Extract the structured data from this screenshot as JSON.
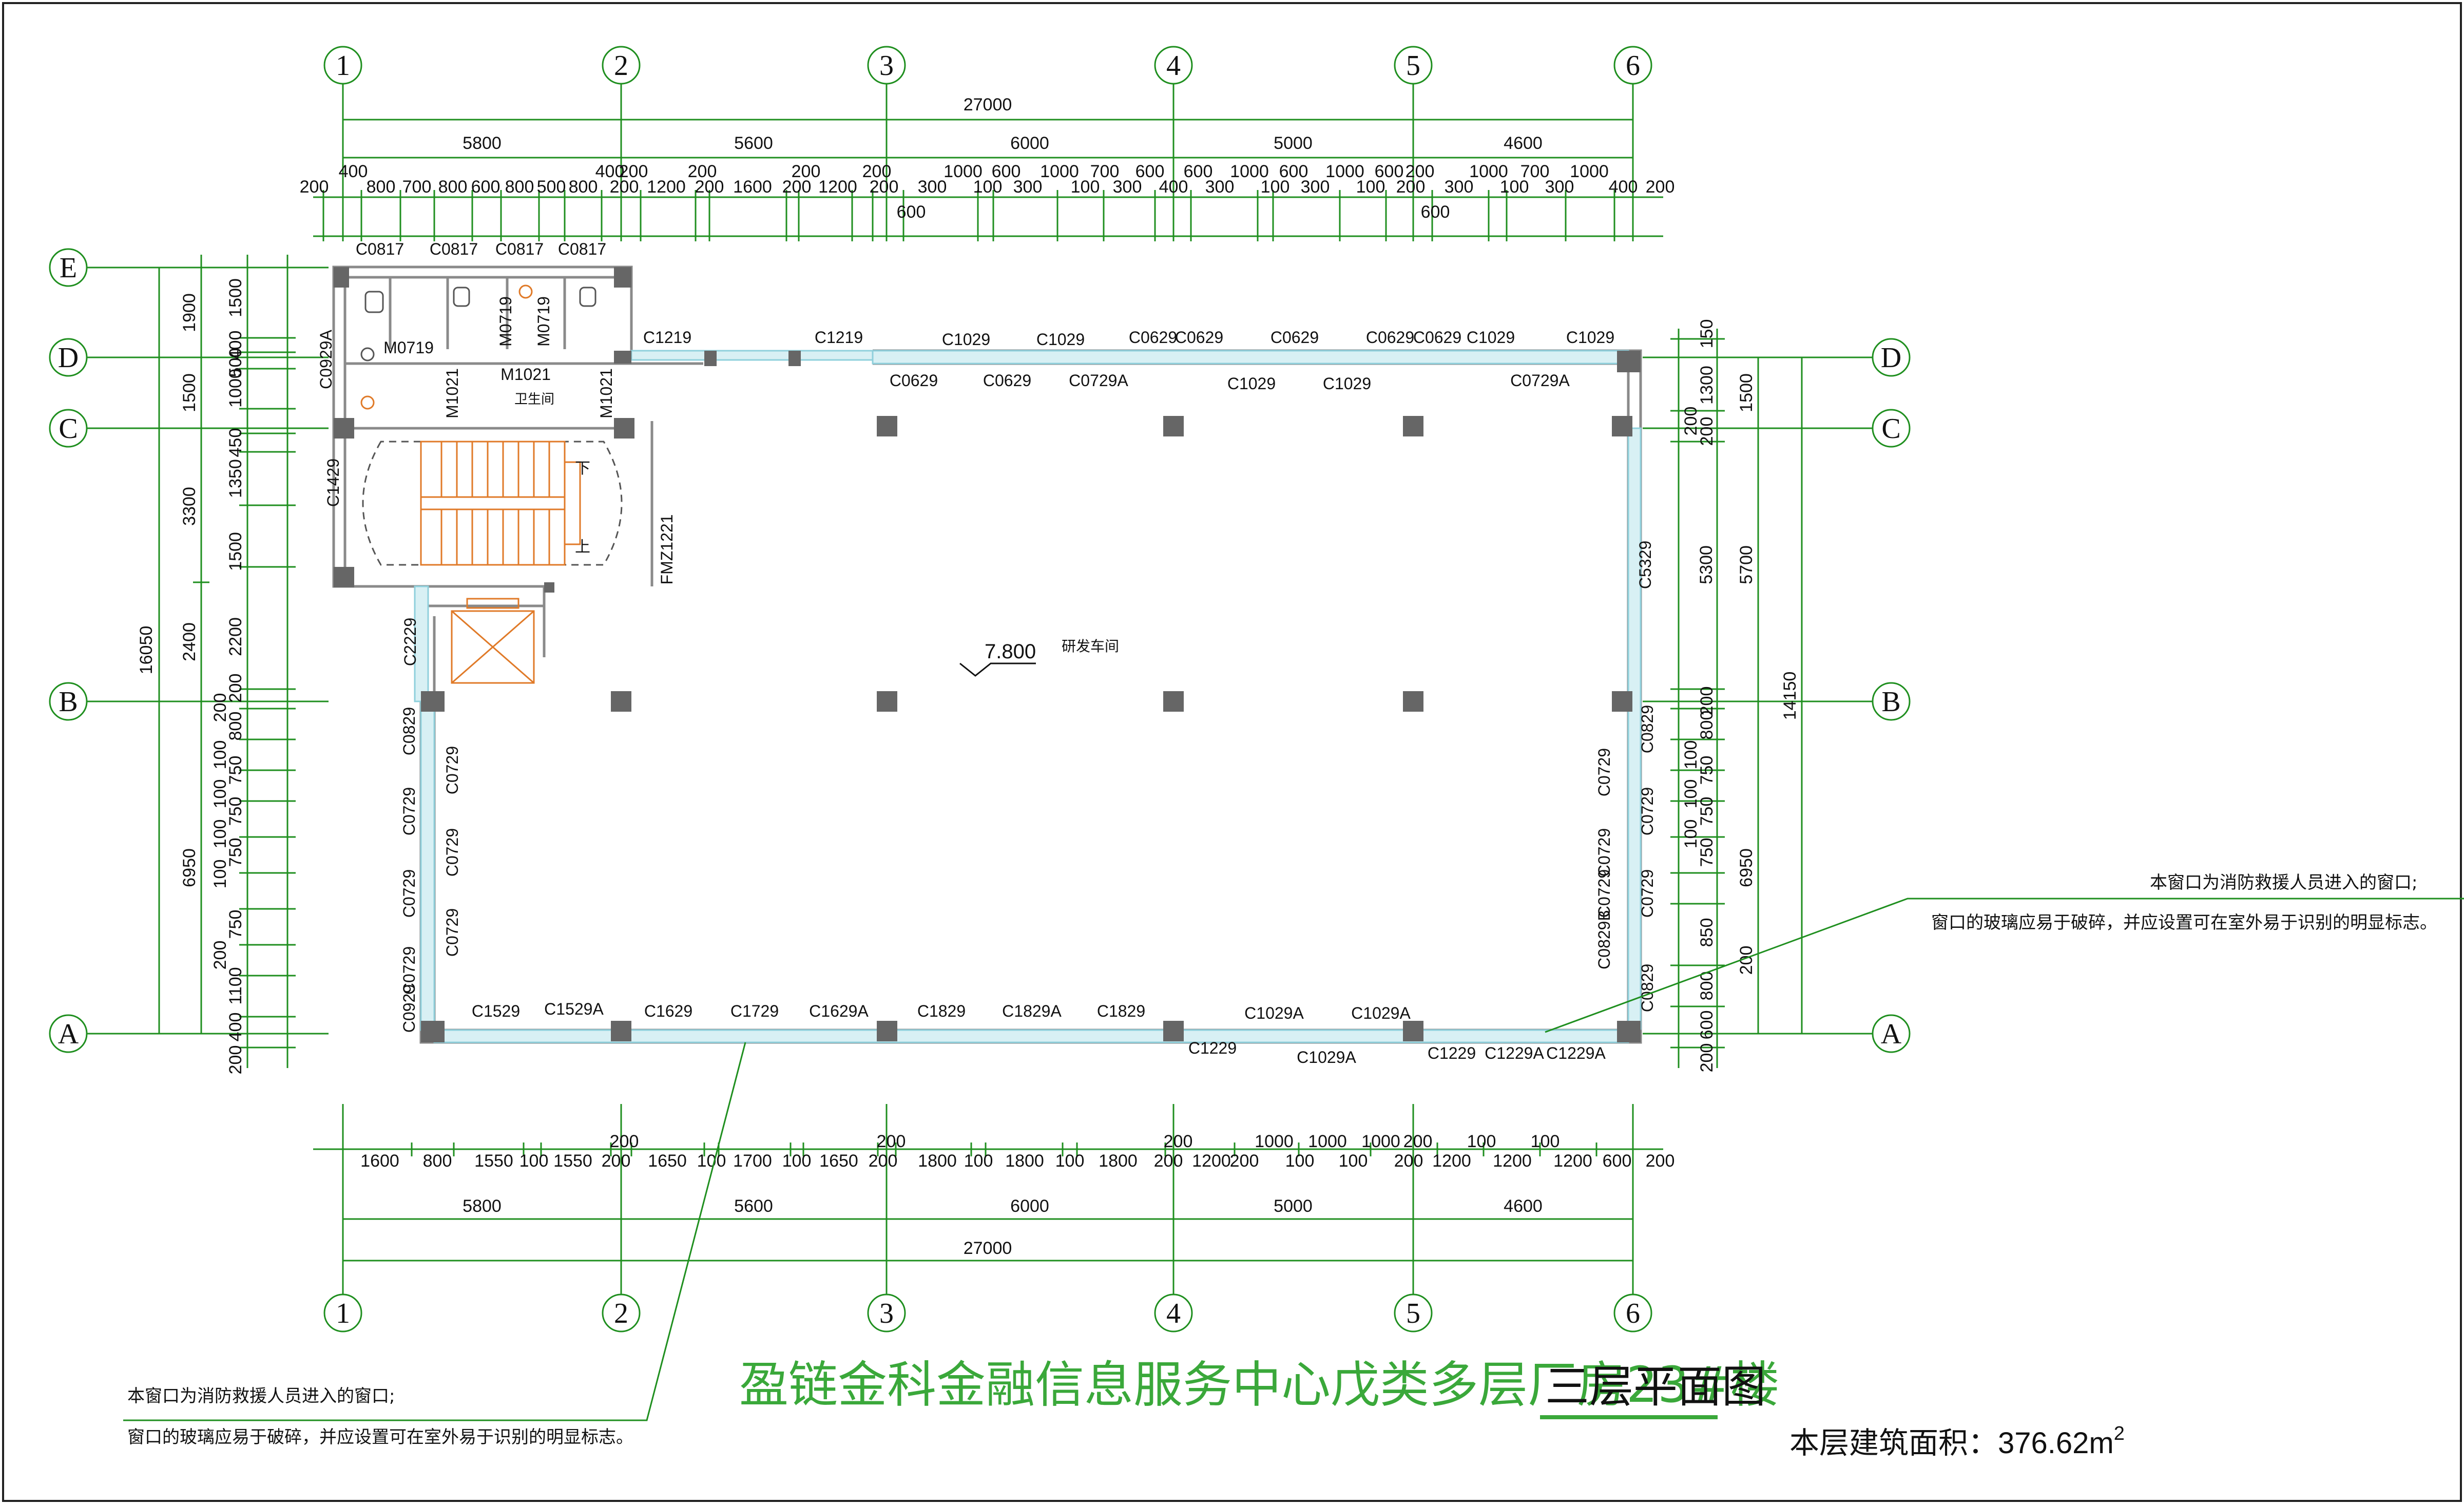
{
  "axes": {
    "numbers": [
      "1",
      "2",
      "3",
      "4",
      "5",
      "6"
    ],
    "letters_left": [
      "E",
      "D",
      "C",
      "B",
      "A"
    ],
    "letters_right": [
      "D",
      "C",
      "B",
      "A"
    ]
  },
  "dims": {
    "total": "27000",
    "spans": [
      "5800",
      "5600",
      "6000",
      "5000",
      "4600"
    ],
    "top_detail_a": [
      "400",
      "400",
      "200",
      "200",
      "200",
      "200",
      "1000",
      "600",
      "1000",
      "700",
      "600",
      "600",
      "1000",
      "600",
      "1000",
      "600",
      "200",
      "1000",
      "700",
      "1000"
    ],
    "top_detail_b": [
      "200",
      "800",
      "700",
      "800",
      "600",
      "800",
      "500",
      "800",
      "200",
      "1200",
      "200",
      "1600",
      "200",
      "1200",
      "200",
      "300",
      "100",
      "300",
      "100",
      "300",
      "400",
      "300",
      "100",
      "300",
      "100",
      "200",
      "300",
      "100",
      "300",
      "400",
      "200"
    ],
    "top_600": [
      "600",
      "600"
    ],
    "bottom_detail_a": [
      "200",
      "200",
      "200",
      "1000",
      "1000",
      "1000",
      "200",
      "100",
      "100"
    ],
    "bottom_detail_b": [
      "1600",
      "800",
      "1550",
      "100",
      "1550",
      "200",
      "1650",
      "100",
      "1700",
      "100",
      "1650",
      "200",
      "1800",
      "100",
      "1800",
      "100",
      "1800",
      "200",
      "1200",
      "200",
      "100",
      "100",
      "200",
      "1200",
      "1200",
      "1200",
      "600",
      "200"
    ],
    "left_total": "16050",
    "left_a": [
      "1900",
      "1500",
      "3300",
      "2400",
      "6950"
    ],
    "left_b": [
      "1500",
      "400",
      "500",
      "1000",
      "450",
      "1350",
      "1500",
      "2200",
      "200",
      "200",
      "800",
      "100",
      "750",
      "100",
      "750",
      "100",
      "750",
      "100",
      "750",
      "200",
      "1100",
      "400",
      "200"
    ],
    "right_total": "14150",
    "right_a": [
      "5300",
      "5700",
      "6950"
    ],
    "right_b": [
      "150",
      "1300",
      "1500",
      "200",
      "200",
      "200",
      "800",
      "100",
      "750",
      "100",
      "750",
      "100",
      "750",
      "850",
      "800",
      "600",
      "200",
      "200"
    ]
  },
  "windows": {
    "top": [
      "C0817",
      "C0817",
      "C0817",
      "C0817",
      "C1219",
      "C1219",
      "C1029",
      "C1029",
      "C0629",
      "C0629",
      "C0629",
      "C0629",
      "C0629",
      "C1029",
      "C1029",
      "C0629",
      "C0629",
      "C0729A",
      "C1029",
      "C1029",
      "C0729A"
    ],
    "doors": [
      "M0719",
      "M0719",
      "M0719",
      "M1021",
      "M1021",
      "M1021",
      "C0929A",
      "C1429",
      "FMZ1221",
      "C2229"
    ],
    "left": [
      "C0829",
      "C0729",
      "C0729",
      "C0729",
      "C0729",
      "C0729",
      "C0729",
      "C0929"
    ],
    "right": [
      "C5329",
      "C0829",
      "C0729",
      "C0729",
      "C0729",
      "C0729",
      "C0729",
      "C0829B",
      "C0829"
    ],
    "bottom": [
      "C1529",
      "C1529A",
      "C1629",
      "C1729",
      "C1629A",
      "C1829",
      "C1829A",
      "C1829",
      "C1029A",
      "C1029A",
      "C1229",
      "C1029A",
      "C1229",
      "C1229A",
      "C1229A"
    ]
  },
  "rooms": {
    "toilet": "卫生间",
    "workshop": "研发车间",
    "elevation": "7.800",
    "stair_down": "下",
    "stair_up": "上"
  },
  "notes": {
    "line1": "本窗口为消防救援人员进入的窗口;",
    "line2": "窗口的玻璃应易于破碎，并应设置可在室外易于识别的明显标志。"
  },
  "title": {
    "main": "盈链金科金融信息服务中心戊类多层厂房23#楼",
    "sub": "三层平面图",
    "area_label": "本层建筑面积：376.62m",
    "area_sup": "2"
  },
  "colors": {
    "dim_line": "#1f8f1f",
    "wall": "#8a8a8a",
    "column": "#666666",
    "window": "#8fd0dc",
    "stair": "#e07a28",
    "title": "#3aa83a"
  }
}
